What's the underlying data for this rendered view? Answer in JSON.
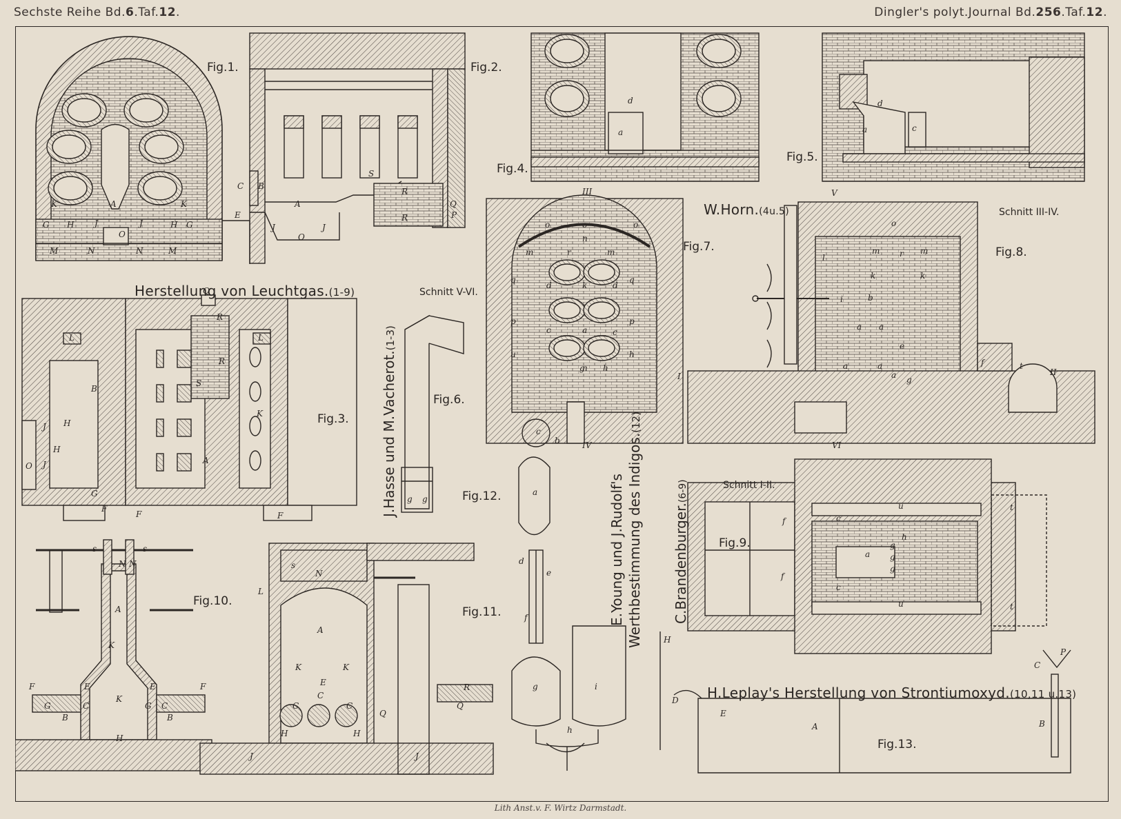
{
  "header": {
    "left_prefix": "Sechste Reihe Bd.",
    "left_vol": "6",
    "left_mid": ".Taf.",
    "left_plate": "12",
    "left_end": ".",
    "right_prefix": "Dingler's polyt.Journal Bd.",
    "right_vol": "256",
    "right_mid": ".Taf.",
    "right_plate": "12",
    "right_end": "."
  },
  "figures": {
    "fig1": "Fig.1.",
    "fig2": "Fig.2.",
    "fig3": "Fig.3.",
    "fig4": "Fig.4.",
    "fig5": "Fig.5.",
    "fig6": "Fig.6.",
    "fig7": "Fig.7.",
    "fig8": "Fig.8.",
    "fig9": "Fig.9.",
    "fig10": "Fig.10.",
    "fig11": "Fig.11.",
    "fig12": "Fig.12.",
    "fig13": "Fig.13."
  },
  "sections": {
    "schnitt_v_vi": "Schnitt V-VI.",
    "schnitt_iii_iv": "Schnitt III-IV.",
    "schnitt_i_ii": "Schnitt I-II."
  },
  "titles": {
    "leuchtgas": "Herstellung von Leuchtgas.",
    "leuchtgas_range": "(1-9)",
    "horn": "W.Horn.",
    "horn_range": "(4u.5)",
    "hasse": "J.Hasse und M.Vacherot.",
    "hasse_range": "(1-3)",
    "young": "E.Young und J.Rudolf's",
    "young2": "Werthbestimmung des Indigos.",
    "young_range": "(12)",
    "brandenburger": "C.Brandenburger.",
    "brandenburger_range": "(6-9)",
    "leplay": "H.Leplay's Herstellung von Strontiumoxyd.",
    "leplay_range": "(10,11 u.13)"
  },
  "footer": "Lith Anst.v. F. Wirtz Darmstadt.",
  "letters": {
    "fig1": [
      "K",
      "A",
      "K",
      "G",
      "H",
      "J",
      "O",
      "J",
      "H",
      "G",
      "M",
      "N",
      "N",
      "M"
    ],
    "fig2": [
      "C",
      "B",
      "E",
      "A",
      "J",
      "O",
      "J",
      "S",
      "R",
      "R",
      "Q",
      "P"
    ],
    "fig3": [
      "L",
      "R",
      "R",
      "S",
      "L",
      "B",
      "H",
      "J",
      "H",
      "J",
      "O",
      "K",
      "A",
      "G",
      "F",
      "F",
      "F",
      "Q"
    ],
    "fig4": [
      "d",
      "a"
    ],
    "fig5": [
      "d",
      "a",
      "c"
    ],
    "fig6": [
      "g",
      "g"
    ],
    "fig7": [
      "III",
      "o",
      "o",
      "o",
      "n",
      "m",
      "r",
      "m",
      "q",
      "q",
      "d",
      "k",
      "d",
      "p",
      "p",
      "c",
      "a",
      "c",
      "u",
      "n",
      "h",
      "g",
      "h",
      "IV"
    ],
    "fig8": [
      "V",
      "o",
      "l",
      "m",
      "r",
      "m",
      "k",
      "k",
      "i",
      "b",
      "a",
      "a",
      "a",
      "e",
      "a",
      "a",
      "g",
      "f",
      "t",
      "I",
      "II",
      "VI"
    ],
    "fig9": [
      "u",
      "c",
      "a",
      "f",
      "f",
      "h",
      "g",
      "g",
      "g",
      "c",
      "u",
      "t",
      "t"
    ],
    "fig10": [
      "s",
      "N",
      "N",
      "s",
      "A",
      "K",
      "E",
      "E",
      "F",
      "F",
      "G",
      "G",
      "C",
      "C",
      "K",
      "B",
      "B",
      "H"
    ],
    "fig11": [
      "L",
      "s",
      "N",
      "A",
      "K",
      "K",
      "E",
      "C",
      "C",
      "C",
      "H",
      "H",
      "J",
      "J",
      "Q",
      "Q",
      "R"
    ],
    "fig12": [
      "c",
      "b",
      "a",
      "d",
      "e",
      "f",
      "g",
      "i",
      "h"
    ],
    "fig13": [
      "H",
      "D",
      "E",
      "A",
      "C",
      "P",
      "B"
    ]
  }
}
